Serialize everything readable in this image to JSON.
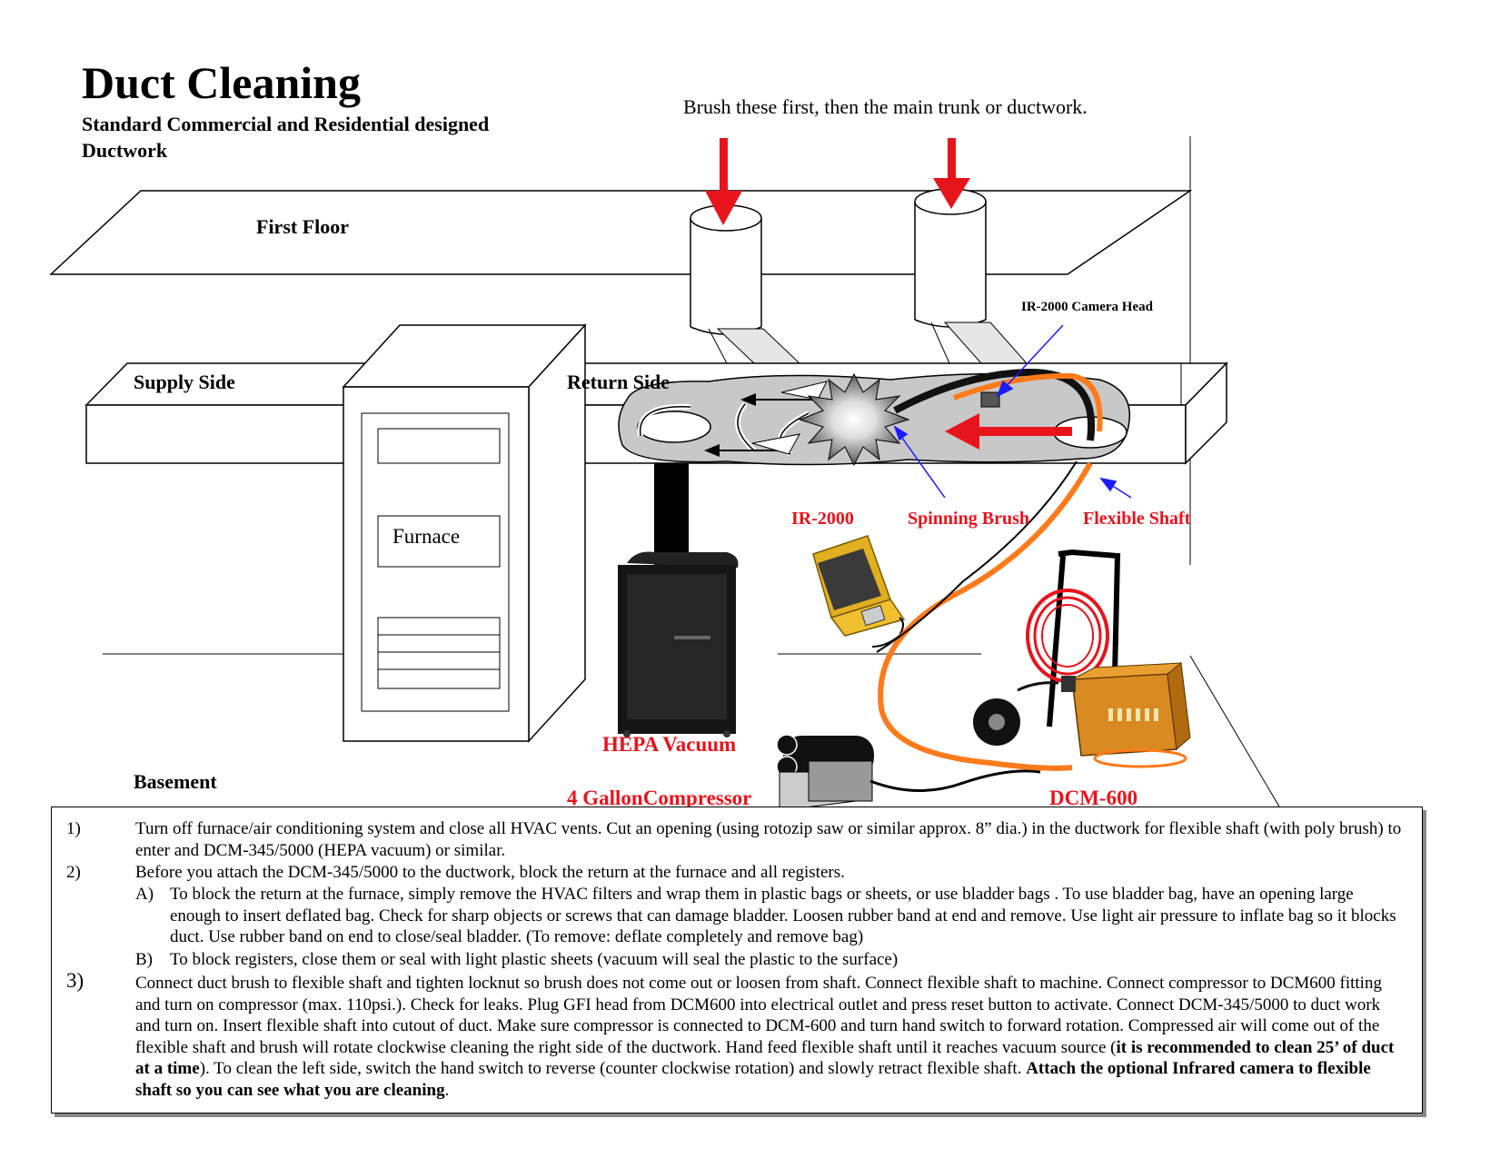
{
  "header": {
    "title": "Duct Cleaning",
    "subtitle": "Standard Commercial and Residential designed Ductwork",
    "instruction": "Brush these first, then the main trunk or ductwork."
  },
  "diagram": {
    "first_floor": "First Floor",
    "supply_side": "Supply Side",
    "return_side": "Return Side",
    "furnace": "Furnace",
    "basement": "Basement",
    "camera_head": "IR-2000 Camera Head",
    "ir2000": "IR-2000",
    "spinning_brush": "Spinning Brush",
    "flexible_shaft": "Flexible Shaft",
    "hepa_vacuum": "HEPA Vacuum",
    "compressor": "4 GallonCompressor",
    "dcm600": "DCM-600"
  },
  "colors": {
    "arrow_red": "#e8141c",
    "pointer_blue": "#1a1aff",
    "shaft_orange": "#ff7a1a",
    "duct_gray": "#c8c8c8"
  },
  "steps": [
    {
      "number": "1)",
      "text": "Turn off furnace/air conditioning system and close all HVAC vents. Cut an opening (using rotozip saw or similar approx. 8” dia.) in the ductwork for flexible shaft (with poly brush) to enter and DCM-345/5000 (HEPA vacuum) or similar."
    },
    {
      "number": "2)",
      "text": "Before you attach the DCM-345/5000 to the ductwork, block the return at the furnace and all registers.",
      "subitems": [
        {
          "letter": "A)",
          "text": "To block the return at the furnace, simply remove the HVAC filters and wrap them in plastic bags or sheets, or use bladder bags . To use bladder bag, have an opening large enough to insert deflated bag. Check for sharp objects or screws that can damage bladder. Loosen rubber band at end and remove. Use light air pressure to inflate bag so it blocks duct. Use rubber band on end to close/seal bladder. (To remove:  deflate completely and remove bag)"
        },
        {
          "letter": "B)",
          "text": "To block registers, close them or seal with light plastic sheets (vacuum will seal the plastic to the surface)"
        }
      ]
    },
    {
      "number": "3)",
      "text_a": "Connect duct brush to flexible shaft and tighten locknut so brush does not come out or loosen from shaft. Connect flexible shaft to machine. Connect compressor to DCM600 fitting and turn on compressor (max. 110psi.). Check for leaks.  Plug GFI head from DCM600 into electrical outlet and press reset button to activate. Connect DCM-345/5000 to duct work and turn on.  Insert flexible shaft into cutout of duct.  Make sure compressor is connected to DCM-600 and turn hand switch to forward rotation.  Compressed air will come out of the flexible shaft and brush will rotate clockwise cleaning the right side of the ductwork. Hand feed flexible shaft until it reaches vacuum source (",
      "bold_a": "it is recommended to clean 25’ of duct at a time",
      "text_b": "). To clean the left side, switch the hand switch to reverse (counter clockwise rotation) and slowly retract flexible shaft. ",
      "bold_b": "Attach the optional Infrared camera to flexible shaft so you can see what you are cleaning",
      "text_c": "."
    }
  ]
}
